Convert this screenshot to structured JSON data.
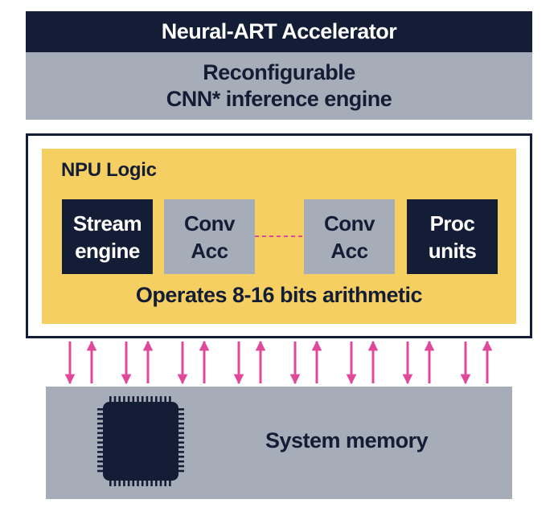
{
  "header": {
    "title": "Neural-ART Accelerator",
    "subtitle_line1": "Reconfigurable",
    "subtitle_line2": "CNN* inference engine"
  },
  "npu": {
    "label": "NPU Logic",
    "blocks": [
      {
        "line1": "Stream",
        "line2": "engine"
      },
      {
        "line1": "Conv",
        "line2": "Acc"
      },
      {
        "line1": "Conv",
        "line2": "Acc"
      },
      {
        "line1": "Proc",
        "line2": "units"
      }
    ],
    "arithmetic": "Operates 8-16 bits arithmetic"
  },
  "memory": {
    "label": "System memory",
    "icon": "chip-icon"
  },
  "colors": {
    "navy": "#141d36",
    "gray": "#a6acb8",
    "yellow": "#f6cf62",
    "magenta": "#e0489a"
  }
}
